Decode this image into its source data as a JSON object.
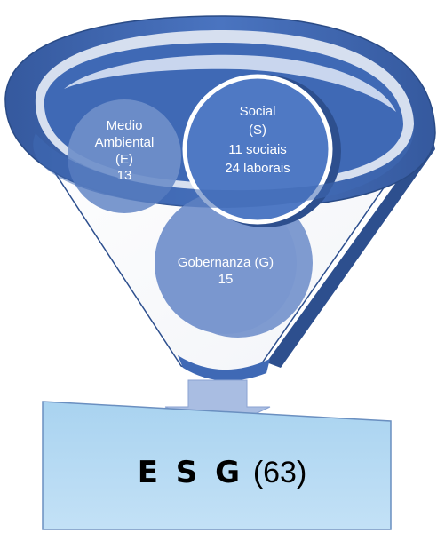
{
  "environmental": {
    "line1": "Medio",
    "line2": "Ambiental",
    "line3": "(E)",
    "count": "13"
  },
  "social": {
    "line1": "Social",
    "line2": "(S)",
    "line3": "11 sociais",
    "line4": "24 laborais"
  },
  "governance": {
    "line1": "Gobernanza (G)",
    "count": "15"
  },
  "result": {
    "letters": "E S G",
    "count": "(63)"
  },
  "colors": {
    "funnel_blue": "#3f69b5",
    "funnel_dark": "#2d4f8e",
    "circle_blue": "#6f8fca",
    "circle_light": "#9db4dd",
    "arrow_fill": "#a9bde2",
    "box_fill": "#b5d9f2"
  }
}
